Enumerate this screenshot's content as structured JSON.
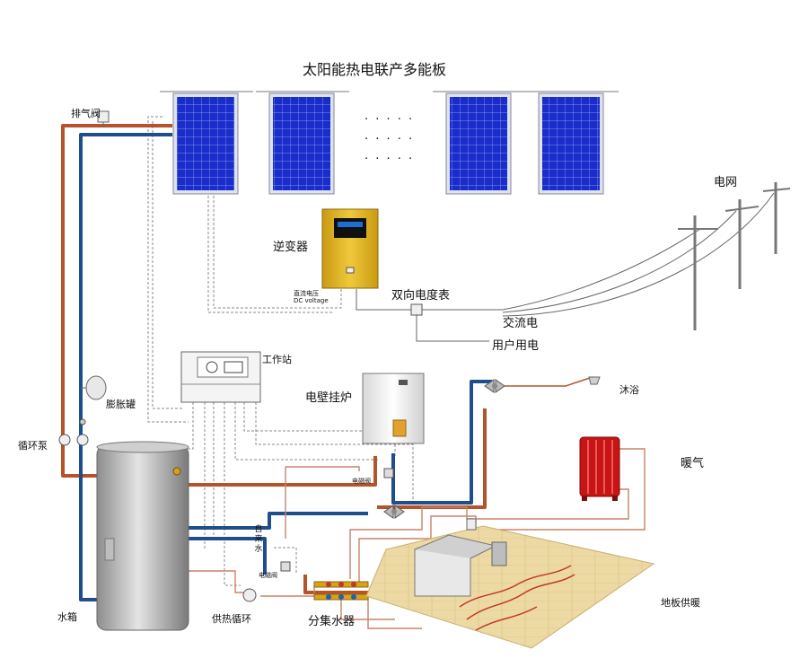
{
  "title": "太阳能热电联产多能板",
  "labels": {
    "exhaust_valve": "排气阀",
    "inverter": "逆变器",
    "dc_voltage_cn": "直流电压",
    "dc_voltage_en": "DC voltage",
    "bidirectional_meter": "双向电度表",
    "ac_power": "交流电",
    "user_power": "用户用电",
    "grid": "电网",
    "workstation": "工作站",
    "wall_boiler": "电壁挂炉",
    "shower": "沐浴",
    "heating": "暖气",
    "expansion_tank": "膨胀罐",
    "circulation_pump": "循环泵",
    "solenoid_valve_1": "电磁阀",
    "solenoid_valve_2": "电磁阀",
    "tap_water": "自来水",
    "water_tank": "水箱",
    "heat_supply_loop": "供热循环",
    "manifold": "分集水器",
    "floor_heating": "地板供暖",
    "dots": "· · · · ·"
  },
  "colors": {
    "hot_pipe": "#b5542a",
    "cold_pipe": "#1f4e8c",
    "panel_cell": "#1a2cc9",
    "inverter_body": "#e0b21a",
    "radiator": "#c81414",
    "floor": "#ecd9a4"
  }
}
